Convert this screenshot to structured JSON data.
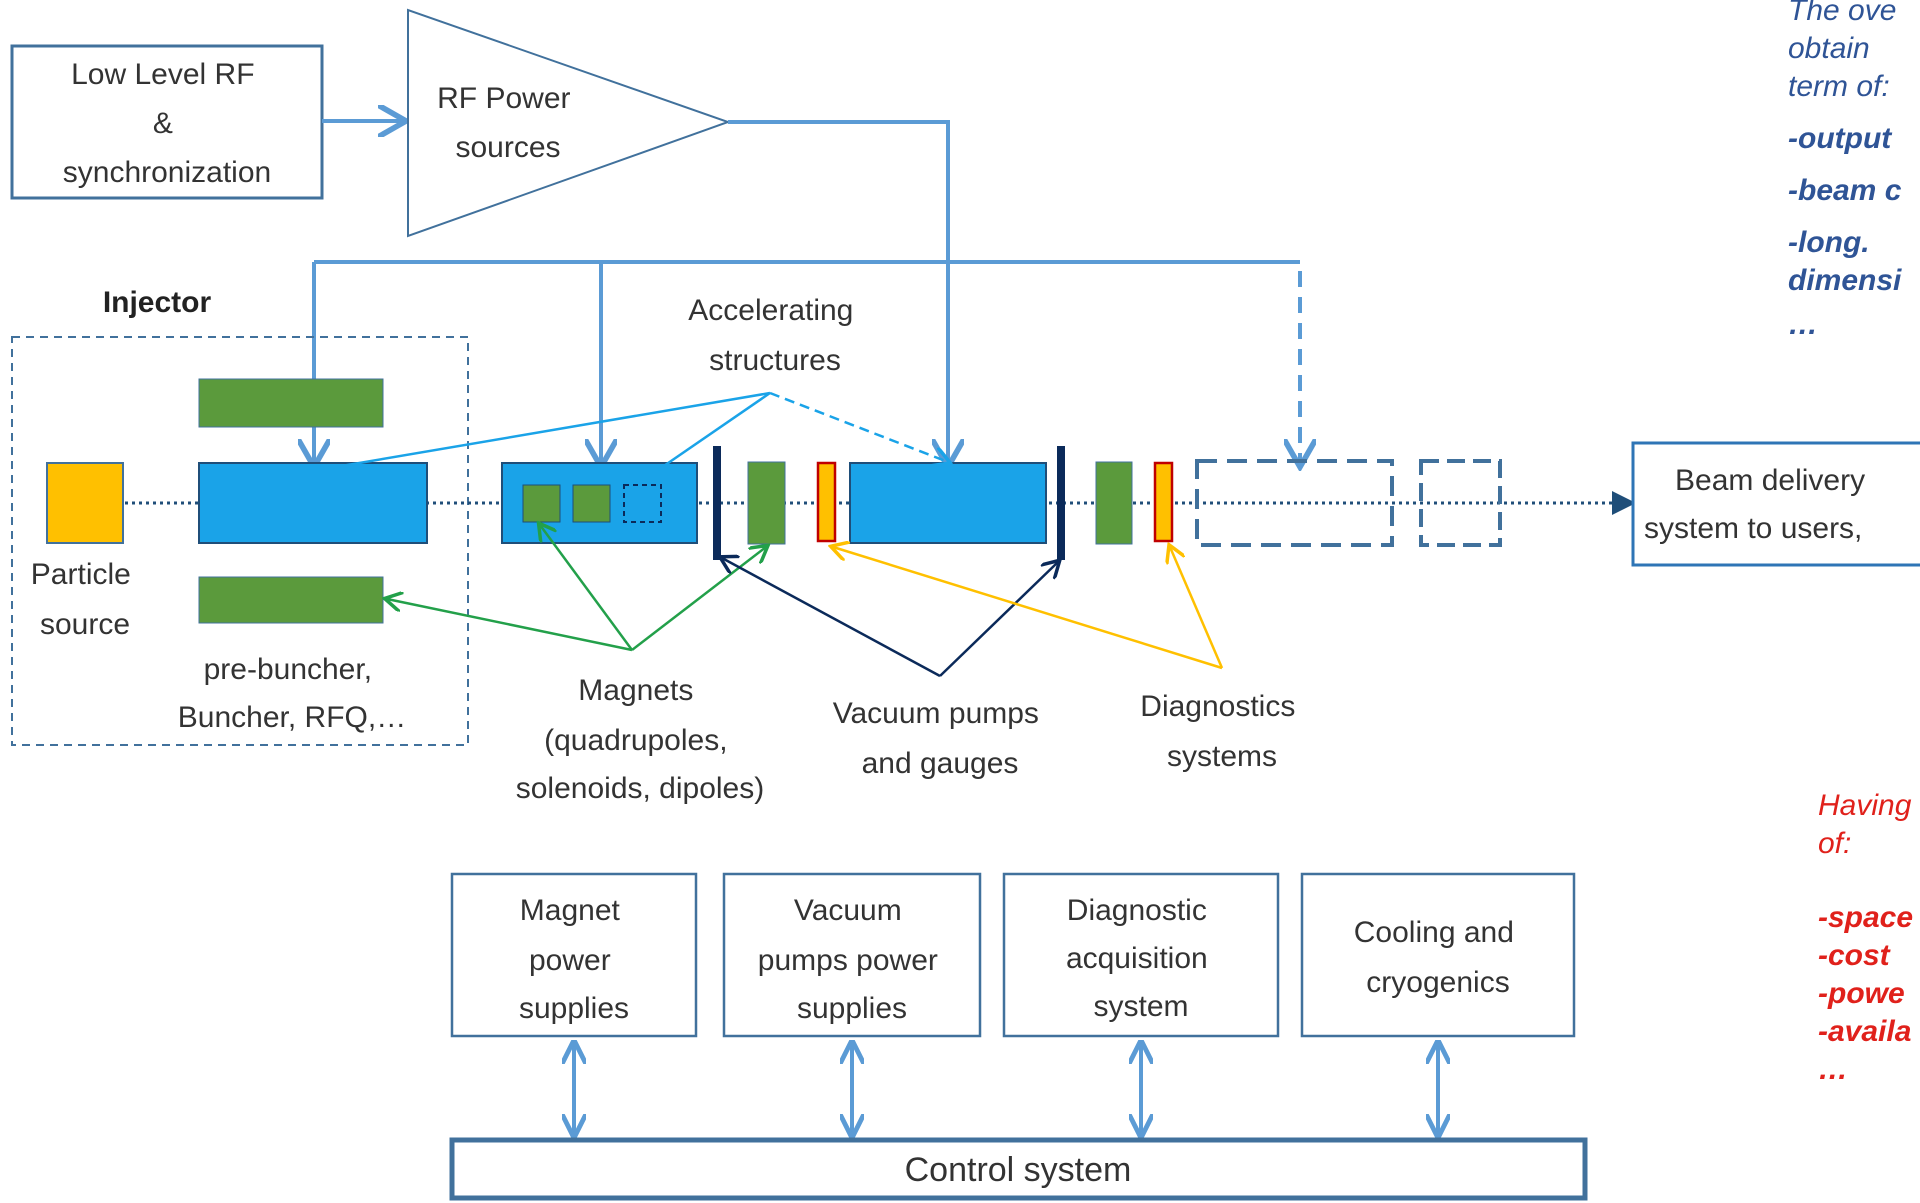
{
  "diagram": {
    "llrf_lines": [
      "Low Level RF",
      "&",
      "synchronization"
    ],
    "rf_power_lines": [
      "RF Power",
      "sources"
    ],
    "injector_label": "Injector",
    "accel_lines": [
      "Accelerating",
      "structures"
    ],
    "particle_source_lines": [
      "Particle",
      "source"
    ],
    "prebuncher_lines": [
      "pre-buncher,",
      "Buncher, RFQ,…"
    ],
    "magnets_lines": [
      "Magnets",
      "(quadrupoles,",
      "solenoids, dipoles)"
    ],
    "vacuum_lines": [
      "Vacuum pumps",
      "and gauges"
    ],
    "diagnostics_lines": [
      "Diagnostics",
      "systems"
    ],
    "beam_delivery_lines": [
      "Beam delivery",
      "system to users,"
    ],
    "magnet_ps_lines": [
      "Magnet",
      "power",
      "supplies"
    ],
    "vacuum_ps_lines": [
      "Vacuum",
      "pumps  power",
      "supplies"
    ],
    "diag_acq_lines": [
      "Diagnostic",
      "acquisition",
      "system"
    ],
    "cooling_lines": [
      "Cooling and",
      "cryogenics"
    ],
    "control_system": "Control system",
    "colors": {
      "line_blue": "#5b9bd5",
      "dark_blue": "#41719c",
      "navy": "#0b2a5a",
      "cyan": "#1aa3e8",
      "green": "#5b9a3c",
      "green_arrow": "#23a04a",
      "yellow": "#ffc000",
      "orange_edge": "#c00000",
      "light_blue_text": "#2f5496",
      "red_text": "#e0211b"
    }
  },
  "side_notes": {
    "blue": {
      "intro_lines": [
        "The  ove",
        "obtain",
        "term of:"
      ],
      "items": [
        "-output",
        "-beam c",
        "-long.",
        "dimensi",
        "…"
      ]
    },
    "red": {
      "intro_lines": [
        "Having",
        "of:"
      ],
      "items": [
        "-space",
        "-cost",
        "-powe",
        "-availa",
        "…"
      ]
    }
  }
}
